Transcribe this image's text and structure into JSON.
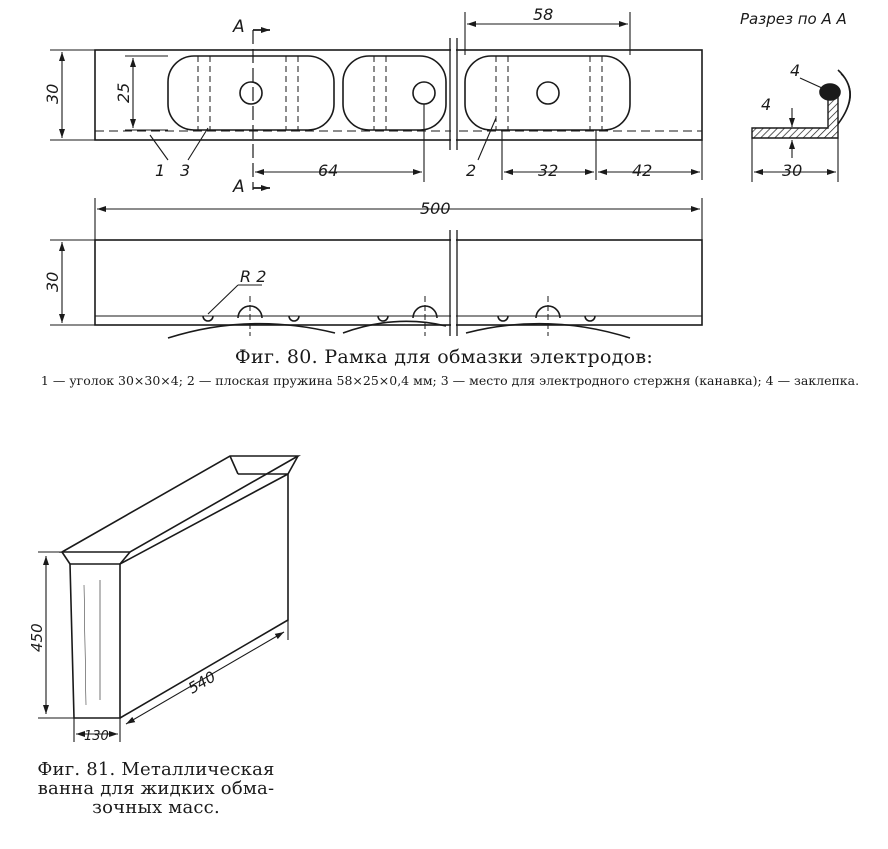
{
  "fig80": {
    "section_label": "Разрез по А А",
    "section_marks": [
      "А",
      "А"
    ],
    "dims": {
      "top_58": "58",
      "left_30": "30",
      "height_25": "25",
      "dist_64": "64",
      "dist_32": "32",
      "dist_42": "42",
      "total_500": "500",
      "bottom_30": "30",
      "radius": "R 2",
      "sec_4_rivet": "4",
      "sec_4_thick": "4",
      "sec_30": "30"
    },
    "callouts": [
      "1",
      "3",
      "2"
    ],
    "caption_title": "Фиг. 80. Рамка для обмазки электродов:",
    "caption_text": "1 — уголок 30×30×4; 2 — плоская пружина 58×25×0,4 мм; 3 — место для электродного стержня (канавка); 4 — заклепка."
  },
  "fig81": {
    "dims": {
      "height_450": "450",
      "length_540": "540",
      "width_130": "130"
    },
    "caption_lines": [
      "Фиг. 81. Металлическая",
      "ванна для жидких обма-",
      "зочных масс."
    ]
  }
}
